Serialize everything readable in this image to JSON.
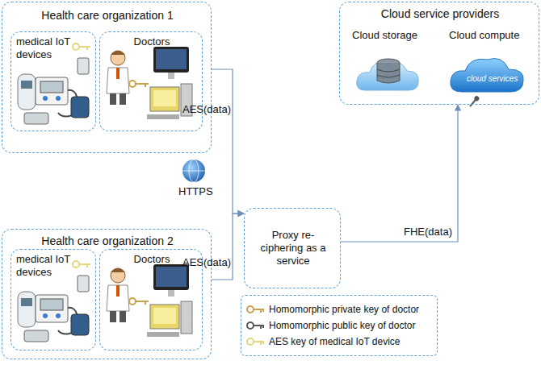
{
  "diagram": {
    "nodes": [
      {
        "text": [
          "Health care organization 1"
        ]
      },
      {
        "text": [
          "medical IoT devices"
        ],
        "in": 0
      },
      {
        "text": [
          "Doctors"
        ],
        "in": 0
      },
      {
        "text": [
          "Health care organization 2"
        ]
      },
      {
        "text": [
          "medical IoT devices"
        ],
        "in": 3
      },
      {
        "text": [
          "Doctors"
        ],
        "in": 3
      },
      {
        "text": [
          "Proxy re-ciphering as a service"
        ]
      },
      {
        "text": [
          "Cloud service providers"
        ]
      }
    ],
    "edges": [
      {
        "from": 0,
        "to": 6,
        "label": "AES(data)",
        "arrow": "to"
      },
      {
        "from": 3,
        "to": 6,
        "label": "AES(data)",
        "arrow": "to"
      },
      {
        "from": 6,
        "to": 7,
        "label": "FHE(data)",
        "arrow": "to"
      }
    ],
    "labels": [
      "HTTPS",
      "Cloud storage",
      "Cloud compute",
      "cloud services"
    ],
    "legend": [
      {
        "text": "Homomorphic private key of doctor"
      },
      {
        "text": "Homomorphic public key of doctor"
      },
      {
        "text": "AES key of medical IoT device"
      }
    ]
  }
}
